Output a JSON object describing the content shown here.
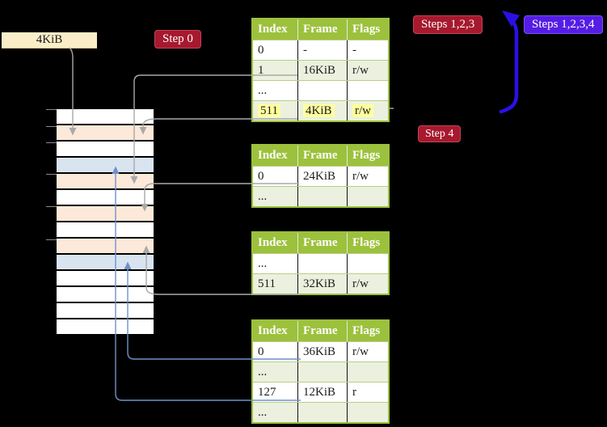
{
  "frame_size_label": "4KiB",
  "badges": {
    "step0": {
      "label": "Step 0",
      "color": "#a6192e"
    },
    "steps123": {
      "label": "Steps 1,2,3",
      "color": "#a6192e"
    },
    "steps1234": {
      "label": "Steps 1,2,3,4",
      "color": "#551de4"
    },
    "step4": {
      "label": "Step 4",
      "color": "#a6192e"
    }
  },
  "table_headers": [
    "Index",
    "Frame",
    "Flags"
  ],
  "page_tables": [
    {
      "name": "page-table-1",
      "rows": [
        {
          "cells": [
            "0",
            "-",
            "-"
          ],
          "shade": false,
          "highlight": false
        },
        {
          "cells": [
            "1",
            "16KiB",
            "r/w"
          ],
          "shade": true,
          "highlight": false
        },
        {
          "cells": [
            "...",
            "",
            ""
          ],
          "shade": false,
          "highlight": false
        },
        {
          "cells": [
            "511",
            "4KiB",
            "r/w"
          ],
          "shade": true,
          "highlight": true
        }
      ]
    },
    {
      "name": "page-table-2",
      "rows": [
        {
          "cells": [
            "0",
            "24KiB",
            "r/w"
          ],
          "shade": false,
          "highlight": false
        },
        {
          "cells": [
            "...",
            "",
            ""
          ],
          "shade": true,
          "highlight": false
        }
      ]
    },
    {
      "name": "page-table-3",
      "rows": [
        {
          "cells": [
            "...",
            "",
            ""
          ],
          "shade": false,
          "highlight": false
        },
        {
          "cells": [
            "511",
            "32KiB",
            "r/w"
          ],
          "shade": true,
          "highlight": false
        }
      ]
    },
    {
      "name": "page-table-4",
      "rows": [
        {
          "cells": [
            "0",
            "36KiB",
            "r/w"
          ],
          "shade": false,
          "highlight": false
        },
        {
          "cells": [
            "...",
            "",
            ""
          ],
          "shade": true,
          "highlight": false
        },
        {
          "cells": [
            "127",
            "12KiB",
            "r"
          ],
          "shade": false,
          "highlight": false
        },
        {
          "cells": [
            "...",
            "",
            ""
          ],
          "shade": true,
          "highlight": false
        }
      ]
    }
  ],
  "memory": {
    "rows": [
      "white",
      "peach",
      "white",
      "blue",
      "peach",
      "white",
      "peach",
      "white",
      "peach",
      "blue",
      "white",
      "white",
      "white",
      "white"
    ]
  },
  "colors": {
    "table_header_green": "#9cc13c",
    "table_row_green": "#ebf1de",
    "memory_peach": "#fde9d9",
    "memory_blue": "#d9e4f1",
    "highlight_yellow": "#ffff9e",
    "badge_red": "#a6192e",
    "badge_blue": "#551de4",
    "gray_arrow": "#a9a9a9",
    "thin_blue_arrow": "#7091c8",
    "thick_blue_arrow": "#2b10e6",
    "frame_label_bg": "#faeec9"
  }
}
